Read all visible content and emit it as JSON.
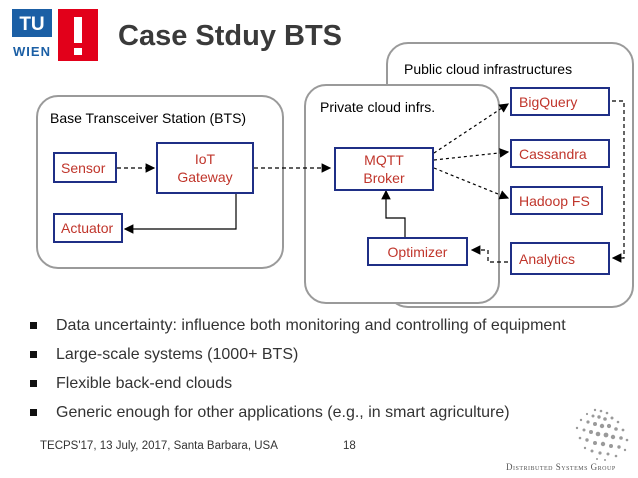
{
  "logo": {
    "text_top": "TU",
    "text_bottom": "WIEN",
    "brand_color": "#e2001a"
  },
  "title": "Case Stduy BTS",
  "panels": {
    "public": "Public cloud infrastructures",
    "private": "Private cloud infrs.",
    "bts": "Base Transceiver Station (BTS)"
  },
  "components": {
    "sensor": "Sensor",
    "iot_gateway_line1": "IoT",
    "iot_gateway_line2": "Gateway",
    "actuator": "Actuator",
    "mqtt_line1": "MQTT",
    "mqtt_line2": "Broker",
    "optimizer": "Optimizer",
    "bigquery": "BigQuery",
    "cassandra": "Cassandra",
    "hadoop": "Hadoop FS",
    "analytics": "Analytics"
  },
  "colors": {
    "box_border": "#1f2f86",
    "box_text": "#c0352b",
    "panel_border": "#9a9a9a"
  },
  "bullets": [
    "Data uncertainty: influence both monitoring and controlling of equipment",
    "Large-scale systems (1000+ BTS)",
    "Flexible back-end clouds",
    "Generic enough for other applications (e.g., in smart agriculture)"
  ],
  "footer": {
    "conference": "TECPS'17, 13 July, 2017, Santa Barbara, USA",
    "page": "18"
  },
  "group_name": "Distributed Systems Group"
}
